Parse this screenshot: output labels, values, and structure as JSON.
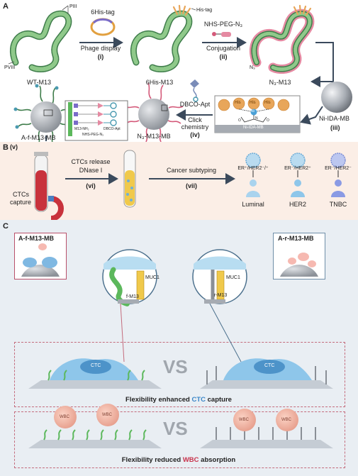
{
  "panelA": {
    "letter": "A",
    "labels": {
      "piii": "PIII",
      "pviii": "PVIII",
      "wt_m13": "WT-M13",
      "six_his_tag": "6His-tag",
      "phage_display": "Phage display",
      "step_i": "(i)",
      "his_tag": "His-tag",
      "six_his_m13": "6His-M13",
      "nhs_peg": "NHS-PEG-N₃",
      "conjugation": "Conjugation",
      "step_ii": "(ii)",
      "n3_small": "N₃",
      "n3_m13": "N₃-M13",
      "ni_ida_mb": "Ni-IDA-MB",
      "step_iii": "(iii)",
      "dbco_apt": "DBCO-Apt",
      "click": "Click",
      "chemistry": "chemistry",
      "step_iv": "(iv)",
      "n3_m13_mb": "N₃-M13-MB",
      "a_f_m13_mb": "A-f-M13-MB",
      "step_v": "(v)",
      "m13_nh2": "M13-NH₂",
      "dbco_apt_small": "DBCO-Apt",
      "nhs_peg_small": "NHS-PEG-N₃",
      "his": "His",
      "ni": "Ni",
      "n_atom": "N",
      "o_atom": "O",
      "ni_ida_mb_box": "Ni-IDA-MB"
    }
  },
  "panelB": {
    "letter": "B",
    "labels": {
      "ctcs_capture_1": "CTCs",
      "ctcs_capture_2": "capture",
      "ctcs_release": "CTCs release",
      "dnase": "DNase I",
      "step_vi": "(vi)",
      "cancer_subtyping": "Cancer subtyping",
      "step_vii": "(vii)",
      "er_pos": "ER⁺/HER2⁻/⁺",
      "er_neg_her2_pos": "ER⁻/HER2⁺",
      "er_neg_her2_neg": "ER⁻/HER2⁻",
      "luminal": "Luminal",
      "her2": "HER2",
      "tnbc": "TNBC"
    }
  },
  "panelC": {
    "letter": "C",
    "labels": {
      "a_f_m13_mb": "A-f-M13-MB",
      "a_r_m13_mb": "A-r-M13-MB",
      "muc1_a": "MUC1",
      "muc1_b": "MUC1",
      "f_m13": "f-M13",
      "r_m13": "r-M13",
      "ctc_a": "CTC",
      "ctc_b": "CTC",
      "vs_1": "VS",
      "vs_2": "VS",
      "caption1_pre": "Flexibility enhanced ",
      "caption1_hl": "CTC",
      "caption1_post": " capture",
      "caption2_pre": "Flexibility reduced ",
      "caption2_hl": "WBC",
      "caption2_post": " absorption",
      "wbc": "WBC"
    }
  },
  "colors": {
    "phage_green": "#8fc98a",
    "phage_dark": "#3f7d4b",
    "his_orange": "#e8a65a",
    "n3_pink": "#e58aa2",
    "bead_grey": "#9ea3aa",
    "ctc_blue": "#3a86c8",
    "wbc_red": "#c8324b",
    "arrow": "#3b4a5c"
  }
}
